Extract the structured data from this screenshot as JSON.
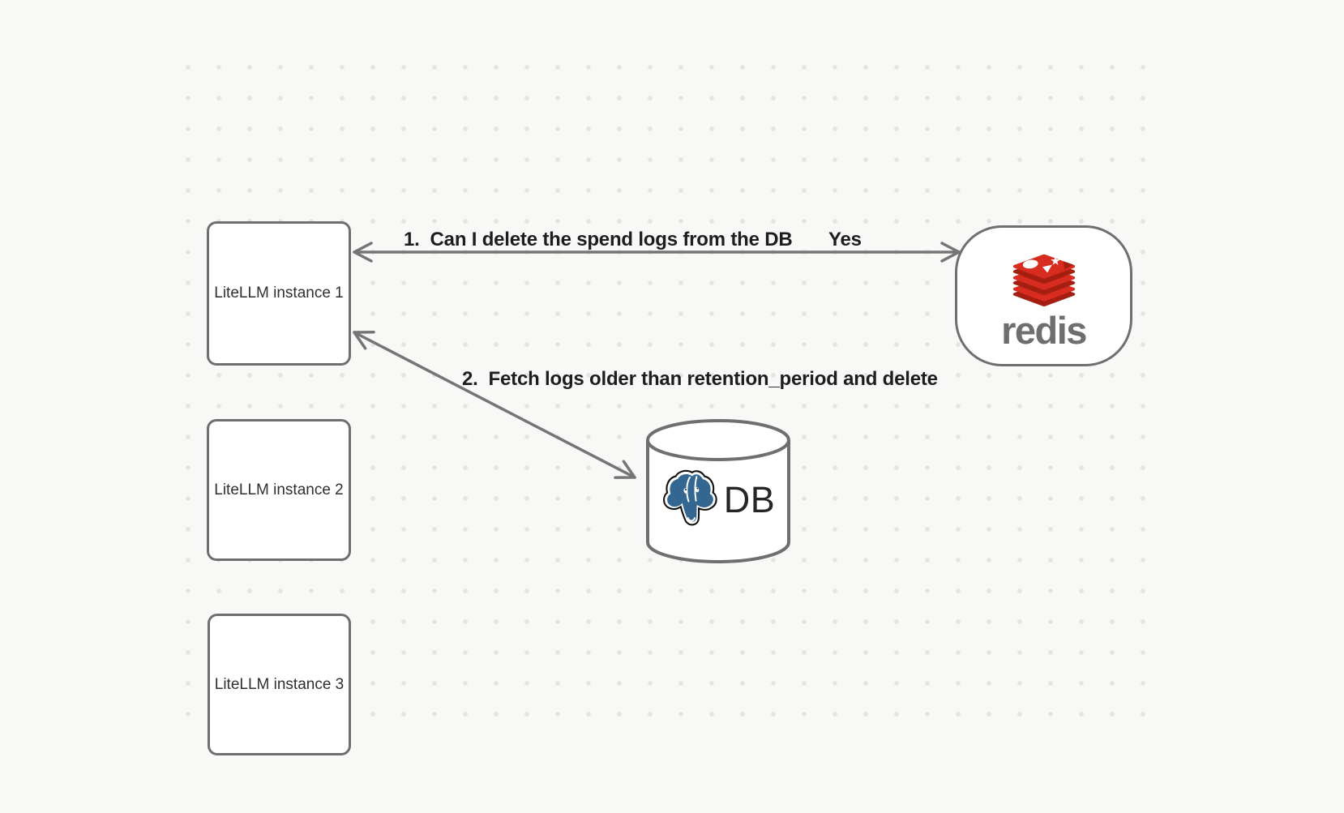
{
  "colors": {
    "bg": "#f8f8f6",
    "dot": "#e3e3e1",
    "stroke": "#6f6f6f",
    "arrow": "#757575",
    "label-ink": "#1d1d1f",
    "node-ink": "#2f2f2f",
    "redis-red": "#d82c20",
    "redis-dark": "#a41e11",
    "redis-gray": "#6e6e6e",
    "pg-blue": "#336791",
    "db-ink": "#262626"
  },
  "nodes": {
    "instance1": {
      "label": "LiteLLM instance 1"
    },
    "instance2": {
      "label": "LiteLLM instance 2"
    },
    "instance3": {
      "label": "LiteLLM instance 3"
    },
    "redis": {
      "wordmark": "redis",
      "icon": "redis-cube-stack-icon"
    },
    "database": {
      "label": "DB",
      "icon": "postgresql-elephant-icon"
    }
  },
  "labels": {
    "step1": "1.  Can I delete the spend logs from the DB",
    "step1_answer": "Yes",
    "step2": "2.  Fetch logs older than retention_period and delete"
  }
}
